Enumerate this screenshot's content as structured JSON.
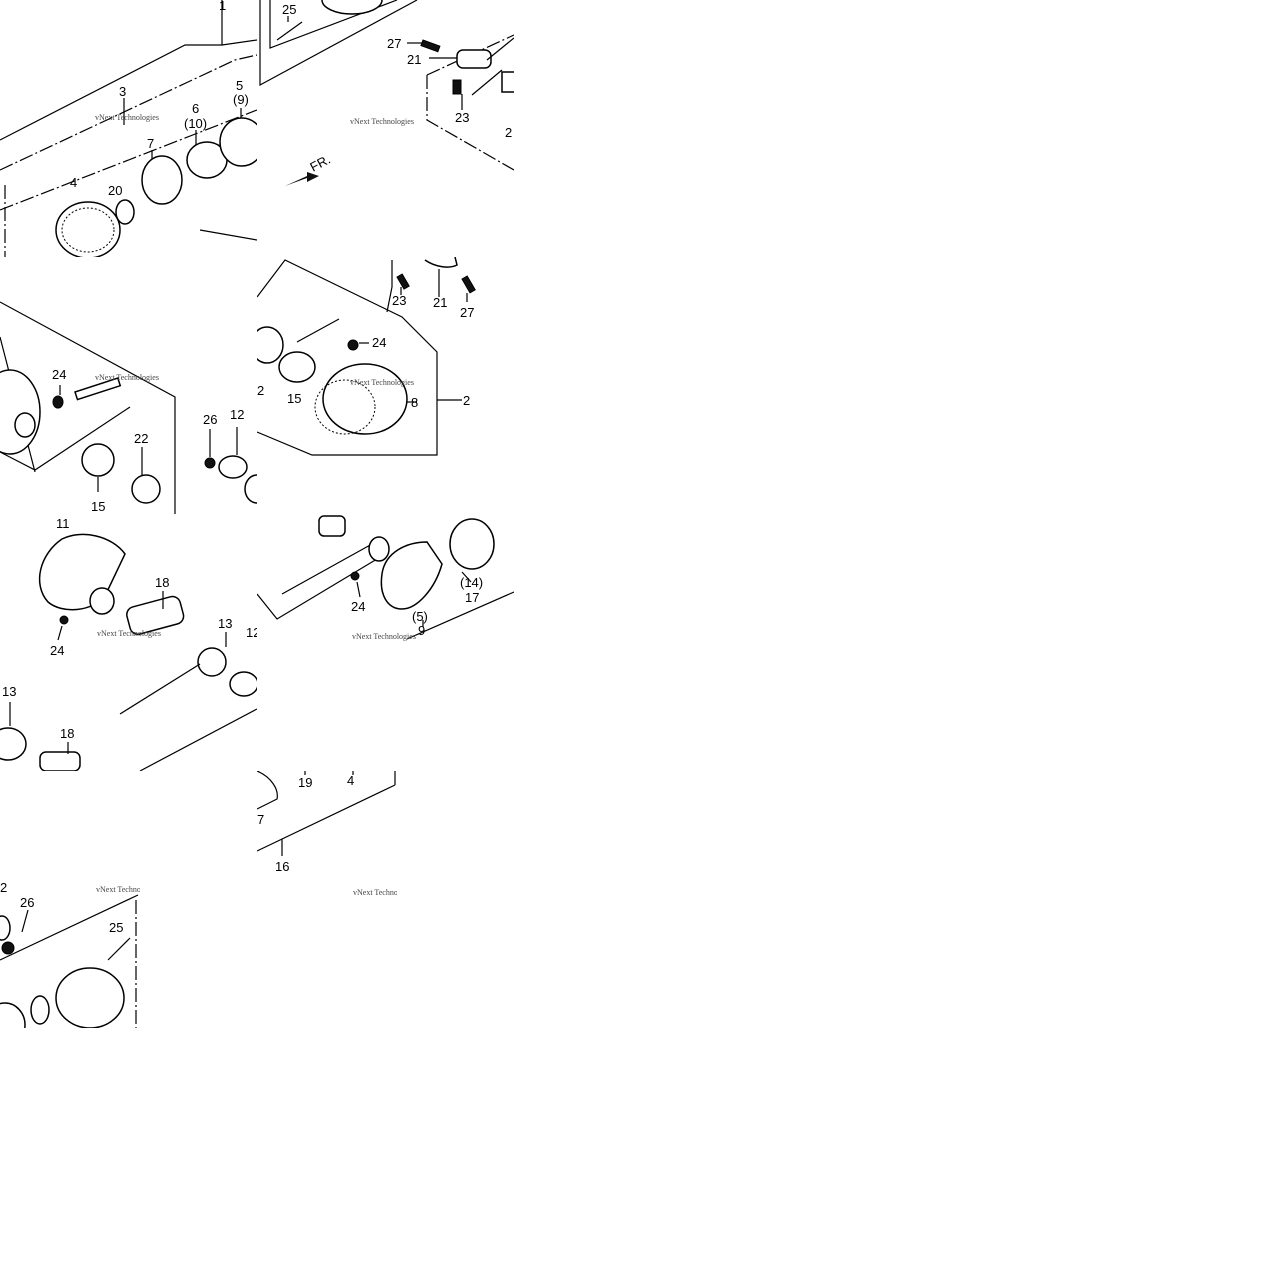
{
  "watermark": "vNext Technologies",
  "direction_label": "FR.",
  "tiles": {
    "t1": {
      "labels": [
        "1",
        "3",
        "4",
        "5",
        "(9)",
        "6",
        "(10)",
        "7",
        "20"
      ]
    },
    "t2": {
      "labels": [
        "25",
        "27",
        "21",
        "23",
        "2"
      ]
    },
    "t3": {
      "labels": [
        "24",
        "22",
        "15",
        "26",
        "12"
      ]
    },
    "t4": {
      "labels": [
        "23",
        "21",
        "27",
        "24",
        "2",
        "15",
        "8",
        "2"
      ]
    },
    "t5": {
      "labels": [
        "11",
        "18",
        "24",
        "13",
        "12",
        "13",
        "18"
      ]
    },
    "t6": {
      "labels": [
        "24",
        "(14)",
        "17",
        "(5)",
        "9"
      ]
    },
    "t7": {
      "labels": [
        "7",
        "19",
        "4",
        "16"
      ]
    },
    "t8": {
      "labels": [
        "2",
        "26",
        "25"
      ]
    }
  }
}
